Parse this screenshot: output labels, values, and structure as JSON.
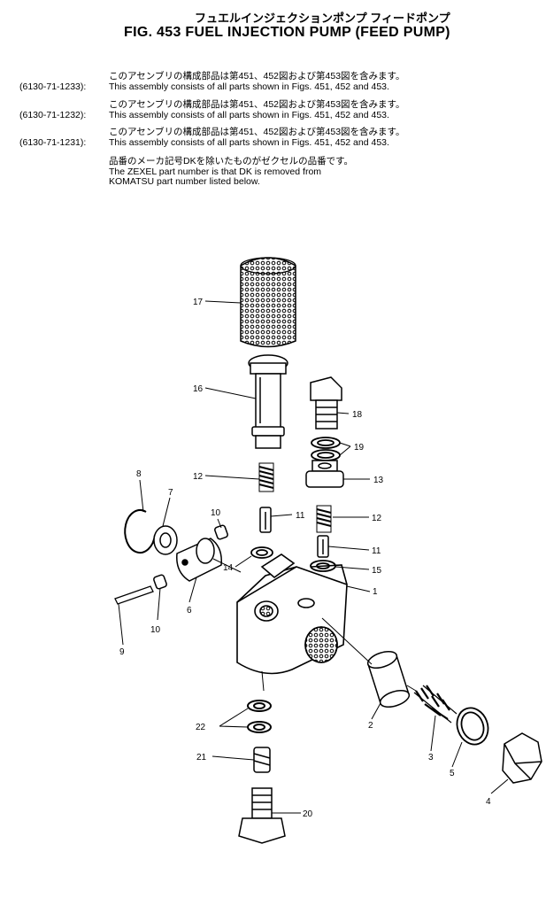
{
  "header": {
    "title_jp": "フュエルインジェクションポンプ フィードポンプ",
    "title_en": "FIG. 453  FUEL INJECTION PUMP (FEED PUMP)"
  },
  "notes": [
    {
      "part_no": "(6130-71-1233):",
      "jp": "このアセンブリの構成部品は第451、452図および第453図を含みます。",
      "en": "This assembly consists of all parts shown in Figs. 451, 452 and 453."
    },
    {
      "part_no": "(6130-71-1232):",
      "jp": "このアセンブリの構成部品は第451、452図および第453図を含みます。",
      "en": "This assembly consists of all parts shown in Figs. 451, 452 and 453."
    },
    {
      "part_no": "(6130-71-1231):",
      "jp": "このアセンブリの構成部品は第451、452図および第453図を含みます。",
      "en": "This assembly consists of all parts shown in Figs. 451, 452 and 453."
    }
  ],
  "zexel_note": {
    "jp": "品番のメーカ記号DKを除いたものがゼクセルの品番です。",
    "line1": "The ZEXEL part number is that DK is removed from",
    "line2": "KOMATSU part number listed below."
  },
  "callouts": [
    "17",
    "16",
    "18",
    "19",
    "12",
    "13",
    "8",
    "7",
    "10",
    "11",
    "12",
    "11",
    "14",
    "15",
    "1",
    "6",
    "10",
    "9",
    "2",
    "22",
    "3",
    "5",
    "4",
    "21",
    "20"
  ]
}
